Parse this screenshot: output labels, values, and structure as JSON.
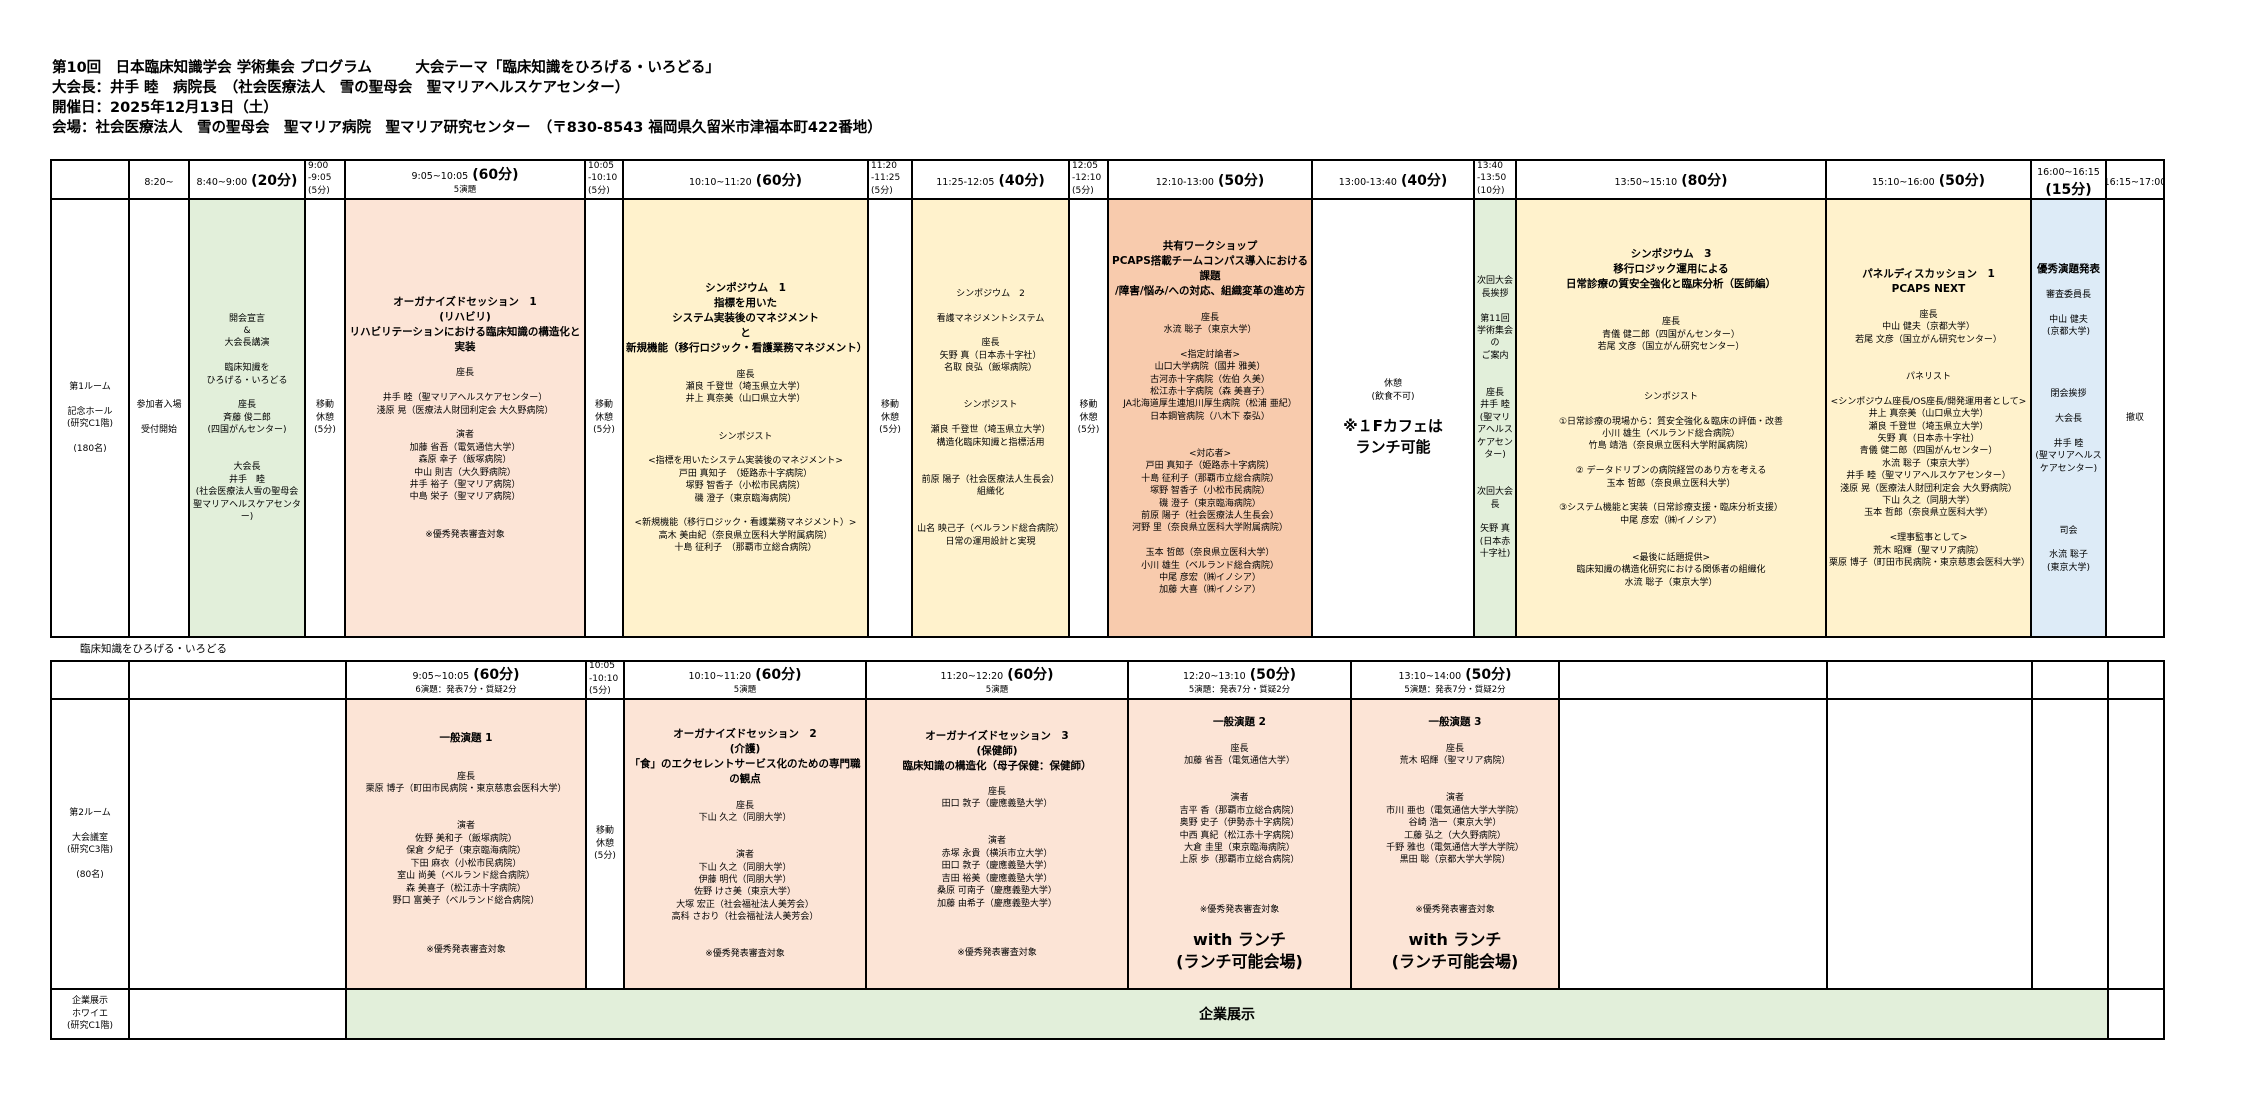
{
  "header": {
    "line1": "第10回　日本臨床知識学会 学術集会 プログラム　　　大会テーマ「臨床知識をひろげる・いろどる」",
    "line2": "大会長：井手 睦　病院長　（社会医療法人　雪の聖母会　聖マリアヘルスケアセンター）",
    "line3": "開催日：2025年12月13日（土）",
    "line4": "会場：社会医療法人　雪の聖母会　聖マリア病院　聖マリア研究センター　（〒830-8543 福岡県久留米市津福本町422番地）"
  },
  "colors": {
    "green": "#e2efda",
    "salmon": "#fce4d6",
    "yellow": "#fff2cc",
    "orange": "#f8cbad",
    "blue": "#ddebf7"
  },
  "table1": {
    "header": [
      {
        "lines": [
          ""
        ]
      },
      {
        "time": "8:20~"
      },
      {
        "time": "8:40~9:00",
        "dur": "(20分)"
      },
      {
        "lines": [
          "9:00",
          "-9:05",
          "(5分)"
        ]
      },
      {
        "time": "9:05~10:05",
        "dur": "(60分)",
        "sub": "5演題"
      },
      {
        "lines": [
          "10:05",
          "-10:10",
          "(5分)"
        ]
      },
      {
        "time": "10:10~11:20",
        "dur": "(60分)"
      },
      {
        "lines": [
          "11:20",
          "-11:25",
          "(5分)"
        ]
      },
      {
        "time": "11:25-12:05",
        "dur": "(40分)"
      },
      {
        "lines": [
          "12:05",
          "-12:10",
          "(5分)"
        ]
      },
      {
        "time": "12:10-13:00",
        "dur": "(50分)"
      },
      {
        "time": "13:00-13:40",
        "dur": "(40分)"
      },
      {
        "lines": [
          "13:40",
          "-13:50",
          "(10分)"
        ]
      },
      {
        "time": "13:50~15:10",
        "dur": "(80分)"
      },
      {
        "time": "15:10~16:00",
        "dur": "(50分)"
      },
      {
        "time": "16:00~16:15",
        "dur": "(15分)"
      },
      {
        "time": "16:15~17:00"
      }
    ],
    "body": [
      {
        "lines": [
          "第1ルーム",
          "",
          "記念ホール",
          "(研究C1階)",
          "",
          "(180名)"
        ]
      },
      {
        "lines": [
          "参加者入場",
          "",
          "受付開始"
        ]
      },
      {
        "lines": [
          "開会宣言",
          "&",
          "大会長講演",
          "",
          "臨床知識を",
          "ひろげる・いろどる",
          "",
          "座長",
          "斉藤 俊二郎",
          "(四国がんセンター)",
          "",
          "",
          "大会長",
          "井手　睦",
          "(社会医療法人雪の聖母会　聖マリアヘルスケアセンター)"
        ]
      },
      {
        "lines": [
          "移動",
          "休憩",
          "(5分)"
        ]
      },
      {
        "heading": [
          "オーガナイズドセッション　1",
          "(リハビリ)",
          "",
          "リハビリテーションにおける臨床知識の構造化と実装"
        ],
        "lines": [
          "",
          "座長",
          "",
          "井手 睦（聖マリアヘルスケアセンター）",
          "淺原 晃（医療法人財団利定会 大久野病院）",
          "",
          "演者",
          "加藤 省吾（電気通信大学）",
          "森原 幸子（飯塚病院）",
          "中山 則吉（大久野病院）",
          "井手 裕子（聖マリア病院）",
          "中島 栄子（聖マリア病院）",
          "",
          "",
          "※優秀発表審査対象"
        ]
      },
      {
        "lines": [
          "移動",
          "休憩",
          "(5分)"
        ]
      },
      {
        "heading": [
          "シンポジウム　1",
          "",
          "指標を用いた",
          "システム実装後のマネジメント",
          "と",
          "新規機能（移行ロジック・看護業務マネジメント）"
        ],
        "lines": [
          "",
          "座長",
          "瀬良 千登世（埼玉県立大学）",
          "井上 真奈美（山口県立大学）",
          "",
          "",
          "シンポジスト",
          "",
          "<指標を用いたシステム実装後のマネジメント>",
          "戸田 真知子　（姫路赤十字病院）",
          "塚野 智香子（小松市民病院）",
          "磯 澄子（東京臨海病院）",
          "",
          "<新規機能（移行ロジック・看護業務マネジメント）>",
          "高木 美由紀（奈良県立医科大学附属病院）",
          "十島 征利子　（那覇市立総合病院）"
        ]
      },
      {
        "lines": [
          "移動",
          "休憩",
          "(5分)"
        ]
      },
      {
        "lines": [
          "シンポジウム　2",
          "",
          "看護マネジメントシステム",
          "",
          "座長",
          "矢野 真（日本赤十字社）",
          "名取 良弘（飯塚病院）",
          "",
          "",
          "シンポジスト",
          "",
          "瀬良 千登世（埼玉県立大学）",
          "構造化臨床知識と指標活用",
          "",
          "",
          "前原 陽子（社会医療法人生長会）",
          "組織化",
          "",
          "",
          "山名 映己子（ベルランド総合病院）",
          "日常の運用設計と実現"
        ]
      },
      {
        "lines": [
          "移動",
          "休憩",
          "(5分)"
        ]
      },
      {
        "heading": [
          "共有ワークショップ",
          "",
          "PCAPS搭載チームコンパス導入における課題",
          "/障害/悩み/への対応、組織変革の進め方"
        ],
        "lines": [
          "",
          "座長",
          "水流 聡子（東京大学）",
          "",
          "<指定討論者>",
          "山口大学病院（國井 雅美）",
          "古河赤十字病院（佐伯 久美）",
          "松江赤十字病院（森 美喜子）",
          "JA北海道厚生連旭川厚生病院（松浦 亜紀）",
          "日本鋼管病院（八木下 泰弘）",
          "",
          "",
          "<対応者>",
          "戸田 真知子（姫路赤十字病院）",
          "十島 征利子（那覇市立総合病院）",
          "塚野 智香子（小松市民病院）",
          "磯 澄子（東京臨海病院）",
          "前原 陽子（社会医療法人生長会）",
          "河野 里（奈良県立医科大学附属病院）",
          "",
          "玉本 哲郎（奈良県立医科大学）",
          "小川 雄生（ベルランド総合病院）",
          "中尾 彦宏（㈱イノシア）",
          "加藤 大喜（㈱イノシア）"
        ]
      },
      {
        "lines": [
          "休憩",
          "(飲食不可)",
          ""
        ],
        "cafe": [
          "※１Fカフェは",
          "ランチ可能"
        ]
      },
      {
        "lines": [
          "次回大会長挨拶",
          "",
          "第11回学術集会の",
          "ご案内",
          "",
          "",
          "座長",
          "井手 睦",
          "(聖マリアヘルスケアセンター)",
          "",
          "",
          "次回大会長",
          "",
          "矢野 真",
          "(日本赤十字社)"
        ]
      },
      {
        "heading": [
          "シンポジウム　3",
          "",
          "移行ロジック運用による",
          "日常診療の質安全強化と臨床分析（医師編）"
        ],
        "lines": [
          "",
          "",
          "座長",
          "青儀 健二郎（四国がんセンター）",
          "若尾 文彦（国立がん研究センター）",
          "",
          "",
          "",
          "シンポジスト",
          "",
          "①日常診療の現場から：質安全強化＆臨床の評価・改善",
          "小川 雄生（ベルランド総合病院）",
          "竹島 靖浩（奈良県立医科大学附属病院）",
          "",
          "② データドリブンの病院経営のあり方を考える",
          "玉本 哲郎（奈良県立医科大学）",
          "",
          "③システム機能と実装（日常診療支援・臨床分析支援）",
          "中尾 彦宏（㈱イノシア）",
          "",
          "",
          "<最後に話題提供>",
          "臨床知識の構造化研究における関係者の組織化",
          "水流 聡子（東京大学）"
        ]
      },
      {
        "heading": [
          "パネルディスカッション　1",
          "",
          "PCAPS NEXT"
        ],
        "lines": [
          "",
          "座長",
          "中山 健夫（京都大学）",
          "若尾 文彦（国立がん研究センター）",
          "",
          "",
          "パネリスト",
          "",
          "<シンポジウム座長/OS座長/開発運用者として>",
          "井上 真奈美（山口県立大学）",
          "瀬良 千登世（埼玉県立大学）",
          "矢野 真（日本赤十字社）",
          "青儀 健二郎（四国がんセンター）",
          "水流 聡子（東京大学）",
          "井手 睦（聖マリアヘルスケアセンター）",
          "淺原 晃（医療法人財団利定会 大久野病院）",
          "下山 久之（同朋大学）",
          "玉本 哲郎（奈良県立医科大学）",
          "",
          "<理事監事として>",
          "荒木 昭輝（聖マリア病院）",
          "栗原 博子（町田市民病院・東京慈恵会医科大学）"
        ]
      },
      {
        "heading": [
          "優秀演題発表"
        ],
        "lines": [
          "",
          "審査委員長",
          "",
          "中山 健夫",
          "(京都大学)",
          "",
          "",
          "",
          "",
          "閉会挨拶",
          "",
          "大会長",
          "",
          "井手 睦",
          "(聖マリアヘルスケアセンター)",
          "",
          "",
          "",
          "",
          "司会",
          "",
          "水流 聡子",
          "(東京大学)"
        ]
      },
      {
        "lines": [
          "撤収"
        ]
      }
    ]
  },
  "room_theme_label": "臨床知識をひろげる・いろどる",
  "table2": {
    "header": [
      {
        "lines": [
          ""
        ]
      },
      {
        "lines": [
          ""
        ]
      },
      {
        "time": "9:05~10:05",
        "dur": "(60分)",
        "sub": "6演題：発表7分・質疑2分"
      },
      {
        "lines": [
          "10:05",
          "-10:10",
          "(5分)"
        ]
      },
      {
        "time": "10:10~11:20",
        "dur": "(60分)",
        "sub": "5演題"
      },
      {
        "time": "11:20~12:20",
        "dur": "(60分)",
        "sub": "5演題"
      },
      {
        "time": "12:20~13:10",
        "dur": "(50分)",
        "sub": "5演題：発表7分・質疑2分"
      },
      {
        "time": "13:10~14:00",
        "dur": "(50分)",
        "sub": "5演題：発表7分・質疑2分"
      },
      {
        "lines": [
          ""
        ]
      },
      {
        "lines": [
          ""
        ]
      },
      {
        "lines": [
          ""
        ]
      },
      {
        "lines": [
          ""
        ]
      }
    ],
    "body": [
      {
        "lines": [
          "第2ルーム",
          "",
          "大会議室",
          "(研究C3階)",
          "",
          "(80名)"
        ]
      },
      {
        "lines": [
          ""
        ]
      },
      {
        "heading": [
          "一般演題 1"
        ],
        "lines": [
          "",
          "",
          "座長",
          "栗原 博子（町田市民病院・東京慈恵会医科大学）",
          "",
          "",
          "演者",
          "佐野 美和子（飯塚病院）",
          "保倉 夕紀子（東京臨海病院）",
          "下田 麻衣（小松市民病院）",
          "室山 尚美（ベルランド総合病院）",
          "森 美喜子（松江赤十字病院）",
          "野口 富美子（ベルランド総合病院）",
          "",
          "",
          "",
          "※優秀発表審査対象"
        ]
      },
      {
        "lines": [
          "移動",
          "休憩",
          "(5分)"
        ]
      },
      {
        "heading": [
          "オーガナイズドセッション　2",
          "(介護)",
          "",
          "「食」のエクセレントサービス化のための専門職の観点"
        ],
        "lines": [
          "",
          "座長",
          "下山 久之（同朋大学）",
          "",
          "",
          "演者",
          "下山 久之（同朋大学）",
          "伊藤 明代（同朋大学）",
          "佐野 けさ美（東京大学）",
          "大塚 宏正（社会福祉法人美芳会）",
          "高科 さおり（社会福祉法人美芳会）",
          "",
          "",
          "※優秀発表審査対象"
        ]
      },
      {
        "heading": [
          "オーガナイズドセッション　3",
          "(保健師)",
          "",
          "臨床知識の構造化（母子保健：保健師）"
        ],
        "lines": [
          "",
          "座長",
          "田口 敦子（慶應義塾大学）",
          "",
          "",
          "演者",
          "赤塚 永貴（横浜市立大学）",
          "田口 敦子（慶應義塾大学）",
          "吉田 裕美（慶應義塾大学）",
          "桑原 可南子（慶應義塾大学）",
          "加藤 由希子（慶應義塾大学）",
          "",
          "",
          "",
          "※優秀発表審査対象"
        ]
      },
      {
        "heading": [
          "一般演題 2"
        ],
        "lines": [
          "",
          "座長",
          "加藤 省吾（電気通信大学）",
          "",
          "",
          "演者",
          "吉平 香（那覇市立総合病院）",
          "奥野 史子（伊勢赤十字病院）",
          "中西 真紀（松江赤十字病院）",
          "大倉 圭里（東京臨海病院）",
          "上原 歩（那覇市立総合病院）",
          "",
          "",
          "",
          "※優秀発表審査対象",
          ""
        ],
        "footer": [
          "with ランチ",
          "(ランチ可能会場)"
        ]
      },
      {
        "heading": [
          "一般演題 3"
        ],
        "lines": [
          "",
          "座長",
          "荒木 昭輝（聖マリア病院）",
          "",
          "",
          "演者",
          "市川 亜也（電気通信大学大学院）",
          "谷崎 浩一（東京大学）",
          "工藤 弘之（大久野病院）",
          "千野 雅也（電気通信大学大学院）",
          "黒田 聡（京都大学大学院）",
          "",
          "",
          "",
          "※優秀発表審査対象",
          ""
        ],
        "footer": [
          "with ランチ",
          "(ランチ可能会場)"
        ]
      },
      {
        "lines": [
          ""
        ]
      },
      {
        "lines": [
          ""
        ]
      },
      {
        "lines": [
          ""
        ]
      },
      {
        "lines": [
          ""
        ]
      }
    ]
  },
  "table3": {
    "body": [
      {
        "lines": [
          "企業展示",
          "ホワイエ",
          "(研究C1階)"
        ]
      },
      {
        "lines": [
          ""
        ]
      },
      {
        "expo": "企業展示"
      },
      {
        "lines": [
          ""
        ]
      }
    ]
  }
}
